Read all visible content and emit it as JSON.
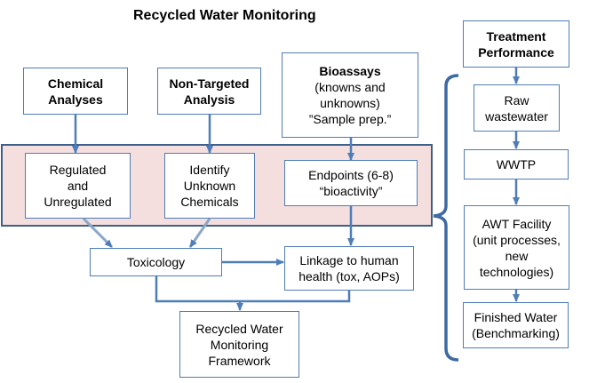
{
  "title": "Recycled Water Monitoring",
  "boxes": {
    "chemical": "Chemical\nAnalyses",
    "nontargeted": "Non-Targeted\nAnalysis",
    "bioassays_head": "Bioassays",
    "bioassays_body": "(knowns and\nunknowns)\n”Sample prep.”",
    "regulated": "Regulated\nand\nUnregulated",
    "identify": "Identify\nUnknown\nChemicals",
    "endpoints": "Endpoints (6-8)\n“bioactivity”",
    "toxicology": "Toxicology",
    "linkage": "Linkage to human\nhealth (tox, AOPs)",
    "framework": "Recycled Water\nMonitoring\nFramework"
  },
  "treatment": {
    "header": "Treatment\nPerformance",
    "steps": [
      "Raw\nwastewater",
      "WWTP",
      "AWT Facility\n(unit processes,\nnew\ntechnologies)",
      "Finished Water\n(Benchmarking)"
    ]
  },
  "colors": {
    "arrow": "#4f7db8",
    "box_border": "#4f7db8",
    "band_fill": "#f4dede",
    "band_border": "#3e5f8a",
    "bracket": "#3e6aa3"
  }
}
